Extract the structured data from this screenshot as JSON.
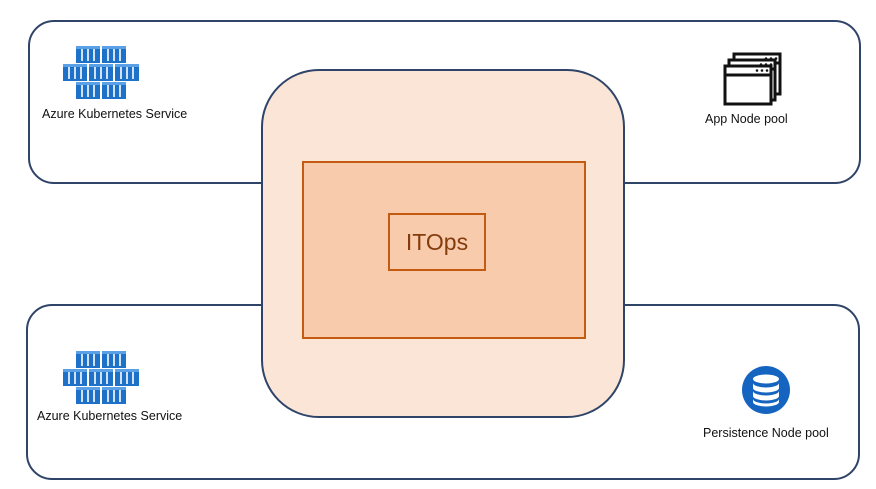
{
  "diagram": {
    "center": {
      "label": "ITOps"
    },
    "top_cluster": {
      "service_label": "Azure Kubernetes Service",
      "service_icon": "kubernetes-service-icon",
      "pool_label": "App Node pool",
      "pool_icon": "app-window-icon"
    },
    "bottom_cluster": {
      "service_label": "Azure Kubernetes Service",
      "service_icon": "kubernetes-service-icon",
      "pool_label": "Persistence Node pool",
      "pool_icon": "database-icon"
    },
    "colors": {
      "cluster_border": "#2f4468",
      "center_outer_fill": "#fbe5d7",
      "center_inner_fill": "#f7cbac",
      "center_accent": "#c55a11",
      "center_text": "#843c0c",
      "azure_blue": "#1e71c8",
      "database_blue": "#1565c0"
    }
  }
}
